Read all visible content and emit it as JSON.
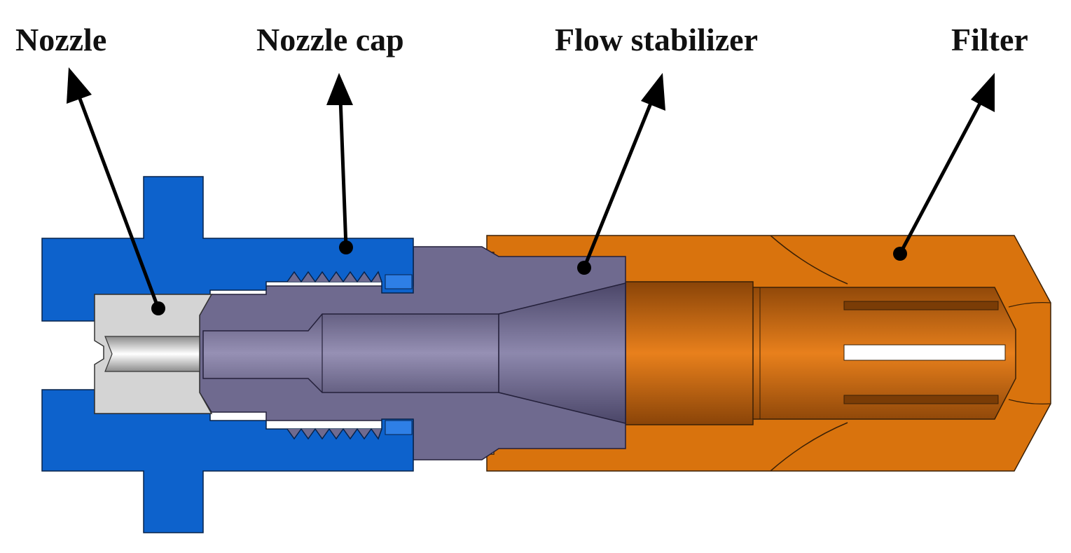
{
  "labels": {
    "nozzle": "Nozzle",
    "nozzle_cap": "Nozzle cap",
    "flow_stabilizer": "Flow stabilizer",
    "filter": "Filter"
  },
  "colors": {
    "nozzle": "#d4d4d4",
    "nozzle_cap": "#0d62cc",
    "flow_stabilizer": "#6f6a8f",
    "filter": "#d9730d",
    "arrow": "#000000"
  }
}
